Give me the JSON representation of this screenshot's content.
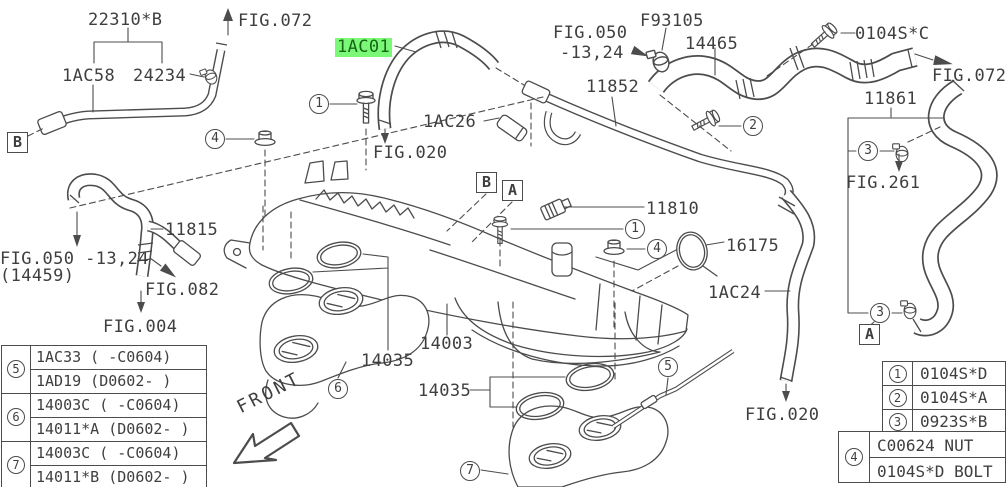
{
  "figure": {
    "front_label": "FRONT",
    "line_color": "#4c4c4c",
    "highlight_bg": "#7cf879",
    "highlight_fg": "#156615"
  },
  "labels": {
    "fig072_tl": "FIG.072",
    "p22310b": "22310*B",
    "p1ac58": "1AC58",
    "p24234": "24234",
    "p1ac01": "1AC01",
    "fig020_top": "FIG.020",
    "p1ac26": "1AC26",
    "fig050_top_1": "FIG.050",
    "fig050_top_2": "-13,24",
    "pf93105": "F93105",
    "p14465": "14465",
    "p0104sc": "0104S*C",
    "fig072_r": "FIG.072",
    "p11852": "11852",
    "p11861": "11861",
    "fig261": "FIG.261",
    "p11810": "11810",
    "p16175": "16175",
    "p1ac24": "1AC24",
    "fig020_br": "FIG.020",
    "p11815": "11815",
    "fig050_left": "FIG.050 -13,24",
    "p14459": "(14459)",
    "fig082": "FIG.082",
    "fig004": "FIG.004",
    "p14003": "14003",
    "p14035_a": "14035",
    "p14035_b": "14035"
  },
  "callouts": {
    "c1": "1",
    "c2": "2",
    "c3": "3",
    "c4": "4",
    "c5": "5",
    "c6": "6",
    "c7": "7"
  },
  "ref_boxes": {
    "a": "A",
    "b": "B"
  },
  "left_table": {
    "groups": [
      {
        "num": "5",
        "rows": [
          "1AC33 ( -C0604)",
          "1AD19 (D0602- )"
        ]
      },
      {
        "num": "6",
        "rows": [
          "14003C ( -C0604)",
          "14011*A (D0602- )"
        ]
      },
      {
        "num": "7",
        "rows": [
          "14003C ( -C0604)",
          "14011*B (D0602- )"
        ]
      }
    ]
  },
  "right_table": {
    "rows": [
      {
        "num": "1",
        "value": "0104S*D"
      },
      {
        "num": "2",
        "value": "0104S*A"
      },
      {
        "num": "3",
        "value": "0923S*B"
      }
    ],
    "group4": {
      "num": "4",
      "rows": [
        "C00624 NUT",
        "0104S*D BOLT"
      ]
    }
  }
}
